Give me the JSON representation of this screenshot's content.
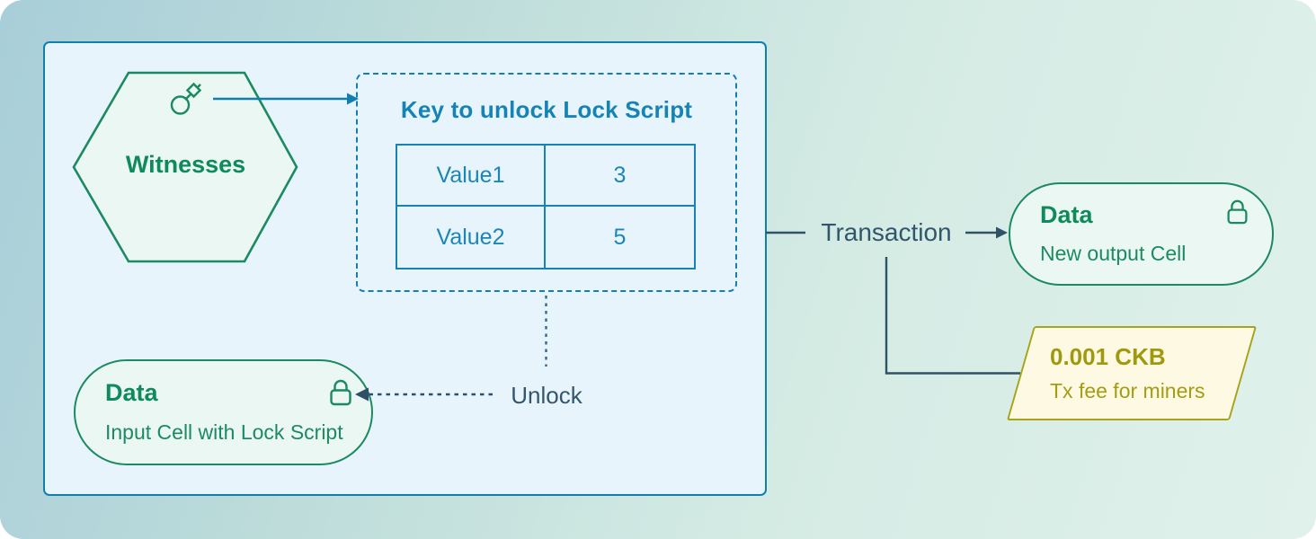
{
  "colors": {
    "background_gradient_from": "#a8ced9",
    "background_gradient_to": "#e0f1eb",
    "box_border_blue": "#0f7fad",
    "box_fill_blue": "#e8f4fc",
    "accent_blue": "#1583b5",
    "accent_green": "#1b8a60",
    "cell_fill_green": "#eaf7f2",
    "slate_text": "#33566b",
    "fee_border_olive": "#a9a21b",
    "fee_text_olive": "#a0990e",
    "fee_fill_cream": "#fdf9e2"
  },
  "witnesses": {
    "label": "Witnesses",
    "icon": "key-icon"
  },
  "key_panel": {
    "title": "Key to unlock Lock Script",
    "table": {
      "rows": [
        {
          "name": "Value1",
          "value": "3"
        },
        {
          "name": "Value2",
          "value": "5"
        }
      ]
    }
  },
  "unlock": {
    "label": "Unlock"
  },
  "input_cell": {
    "title": "Data",
    "subtitle": "Input Cell with Lock Script",
    "icon": "lock-icon"
  },
  "transaction": {
    "label": "Transaction"
  },
  "output_cell": {
    "title": "Data",
    "subtitle": "New output Cell",
    "icon": "lock-icon"
  },
  "miner_fee": {
    "amount": "0.001 CKB",
    "subtitle": "Tx fee for miners"
  }
}
